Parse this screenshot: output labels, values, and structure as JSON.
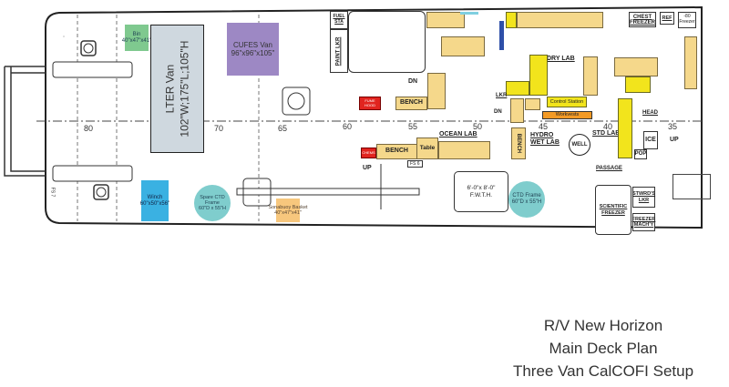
{
  "title": {
    "line1": "R/V New Horizon",
    "line2": "Main Deck Plan",
    "line3": "Three Van CalCOFI Setup"
  },
  "frames": [
    "80",
    "70",
    "65",
    "60",
    "55",
    "50",
    "45",
    "40",
    "35"
  ],
  "equipment": {
    "bin": {
      "name": "Bin",
      "dims": "40\"x47\"x41\"",
      "color": "#7fc98f"
    },
    "lter_van": {
      "name": "LTER Van",
      "dims": "102\"W;175\"L;105\"H",
      "color": "#cfd8df"
    },
    "cufes_van": {
      "name": "CUFES Van",
      "dims": "96\"x96\"x105\"",
      "color": "#9d88c4"
    },
    "winch": {
      "name": "Winch",
      "dims": "60\"x50\"x56\"",
      "color": "#3ab1e2"
    },
    "spare_ctd": {
      "name": "Spare CTD Frame",
      "dims": "60\"D x 55\"H",
      "color": "#7fcdcd"
    },
    "sonabuoy": {
      "name": "Sonabuoy Basket",
      "dims": "40\"x47\"x41\"",
      "color": "#f7c77d"
    },
    "ctd_frame": {
      "name": "CTD Frame",
      "dims": "60\"D x 55\"H",
      "color": "#7fcdcd"
    },
    "fwth": {
      "dims": "6'-0\"x 8'-0\"",
      "name": "F.W.T.H."
    }
  },
  "rooms": {
    "fuel_sta": "FUEL STA",
    "paint_lkr": "PAINT LKR",
    "dn1": "DN",
    "dn2": "DN",
    "up1": "UP",
    "up2": "UP",
    "fume_hood": "FUME HOOD",
    "bench1": "BENCH",
    "bench2": "BENCH",
    "bench3": "BENCH",
    "chem": "CHEMS",
    "table": "Table",
    "ocean_lab": "OCEAN LAB",
    "lkr": "LKR",
    "hydro_wet_lab": "HYDRO WET LAB",
    "well": "WELL",
    "dry_lab": "DRY LAB",
    "control_station": "Control Station",
    "workvests": "Workvests",
    "std_lab": "STD LAB",
    "head": "HEAD",
    "ice": "ICE",
    "pop": "POP",
    "chest_freezer": "CHEST FREEZER",
    "ref": "REF",
    "freezer80": "-80 Freezer",
    "passage": "PASSAGE",
    "scientific_freezer": "SCIENTIFIC FREEZER",
    "stwrds_lkr": "STWRD'S LKR",
    "freezer_machy": "FREEZER MACH'Y",
    "fs6": "FS 6",
    "fs7": "FS 7"
  }
}
